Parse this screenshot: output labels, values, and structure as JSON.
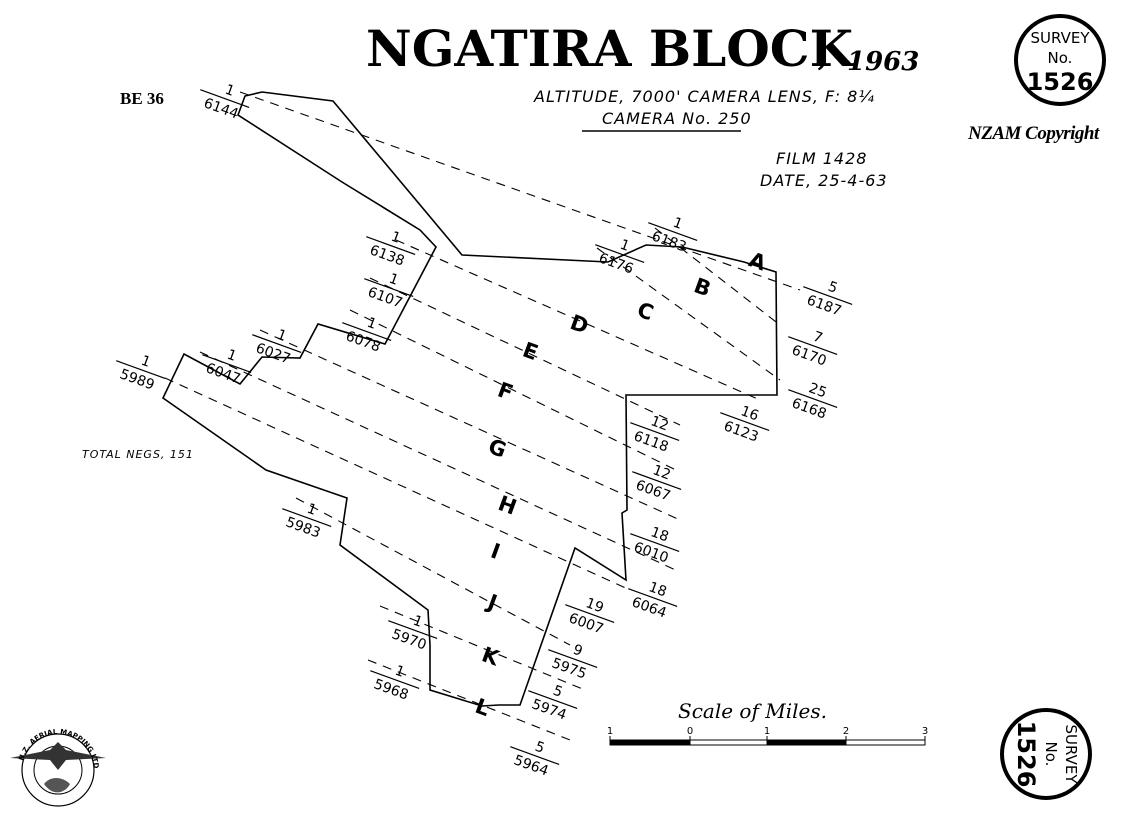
{
  "title": {
    "main": "NGATIRA BLOCK",
    "separator": ",",
    "year": "1963",
    "altitude_line": "ALTITUDE, 7000'   CAMERA LENS, F: 8¼",
    "camera_line": "CAMERA No. 250",
    "film_line": "FILM 1428",
    "date_line": "DATE, 25-4-63"
  },
  "sheet_code": "BE 36",
  "copyright": "NZAM Copyright",
  "total_negs": "TOTAL NEGS, 151",
  "survey_top": {
    "line1": "SURVEY",
    "line2": "No.",
    "number": "1526"
  },
  "survey_bottom": {
    "line1": "SURVEY",
    "line2": "No.",
    "number": "1526"
  },
  "logo": {
    "ring_text": "N.Z. AERIAL MAPPING LTD"
  },
  "scale": {
    "title": "Scale of Miles.",
    "ticks": [
      "1",
      "0",
      "1",
      "2",
      "3"
    ]
  },
  "strips": [
    {
      "name": "A",
      "start": {
        "top": "1",
        "bottom": "6144"
      },
      "end": {
        "top": "5",
        "bottom": "6187"
      }
    },
    {
      "name": "B",
      "start": {
        "top": "1",
        "bottom": "6183"
      },
      "end": {
        "top": "7",
        "bottom": "6170"
      }
    },
    {
      "name": "C",
      "start": {
        "top": "1",
        "bottom": "6176"
      },
      "end": {
        "top": "25",
        "bottom": "6168"
      }
    },
    {
      "name": "D",
      "start": {
        "top": "1",
        "bottom": "6138"
      },
      "end": {
        "top": "16",
        "bottom": "6123"
      }
    },
    {
      "name": "E",
      "start": {
        "top": "1",
        "bottom": "6107"
      },
      "end": {
        "top": "12",
        "bottom": "6118"
      }
    },
    {
      "name": "F",
      "start": {
        "top": "1",
        "bottom": "6078"
      },
      "end": {
        "top": "12",
        "bottom": "6067"
      }
    },
    {
      "name": "G",
      "start": {
        "top": "1",
        "bottom": "6027"
      },
      "end": {
        "top": "18",
        "bottom": "6010"
      }
    },
    {
      "name": "H",
      "start": {
        "top": "1",
        "bottom": "6047"
      },
      "end": {
        "top": "18",
        "bottom": "6064"
      }
    },
    {
      "name": "I",
      "start": {
        "top": "1",
        "bottom": "5989"
      },
      "end": {
        "top": "19",
        "bottom": "6007"
      }
    },
    {
      "name": "J",
      "start": {
        "top": "1",
        "bottom": "5983"
      },
      "end": {
        "top": "9",
        "bottom": "5975"
      }
    },
    {
      "name": "K",
      "start": {
        "top": "1",
        "bottom": "5970"
      },
      "end": {
        "top": "5",
        "bottom": "5974"
      }
    },
    {
      "name": "L",
      "start": {
        "top": "1",
        "bottom": "5968"
      },
      "end": {
        "top": "5",
        "bottom": "5964"
      }
    }
  ]
}
